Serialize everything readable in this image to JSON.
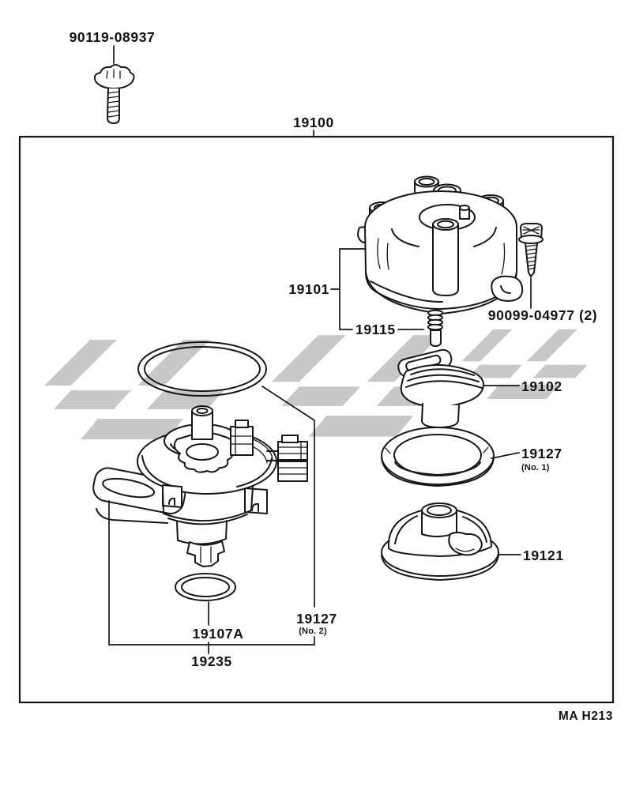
{
  "labels": {
    "mount_bolt": "90119-08937",
    "assembly": "19100",
    "cap": "19101",
    "terminal": "19115",
    "cap_screw": "90099-04977 (2)",
    "rotor": "19102",
    "packing1": "19127",
    "packing1_no": "(No. 1)",
    "dust_cover": "19121",
    "packing2": "19127",
    "packing2_no": "(No. 2)",
    "shaft_o_ring": "19107A",
    "housing": "19235",
    "doc_code": "MA H213"
  },
  "colors": {
    "line": "#161616",
    "watermark": "#c8c8c8",
    "background": "#ffffff"
  }
}
